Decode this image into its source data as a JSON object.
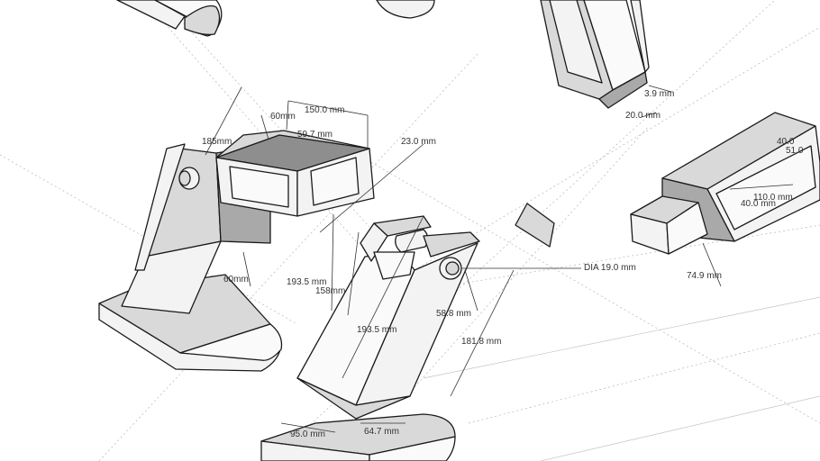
{
  "dimensions": {
    "d_60mm_top": "60mm",
    "d_150": "150.0 mm",
    "d_59_7": "59.7 mm",
    "d_185": "185mm",
    "d_23": "23.0 mm",
    "d_3_9": "3.9 mm",
    "d_20": "20.0 mm",
    "d_40_top": "40.0",
    "d_51": "51.0",
    "d_110": "110.0 mm",
    "d_40_mid": "40.0 mm",
    "d_74_9": "74.9 mm",
    "d_dia": "DIA 19.0 mm",
    "d_60mm_mid": "60mm",
    "d_193_5_a": "193.5 mm",
    "d_158": "158mm",
    "d_193_5_b": "193.5 mm",
    "d_58_8": "58.8 mm",
    "d_181_8": "181.8 mm",
    "d_95": "95.0 mm",
    "d_64_7": "64.7 mm"
  },
  "colors": {
    "face_light": "#f3f3f3",
    "face_mid": "#d9d9d9",
    "face_dark": "#a9a9a9",
    "edge": "#1a1a1a",
    "guide": "#b5b5b5"
  }
}
